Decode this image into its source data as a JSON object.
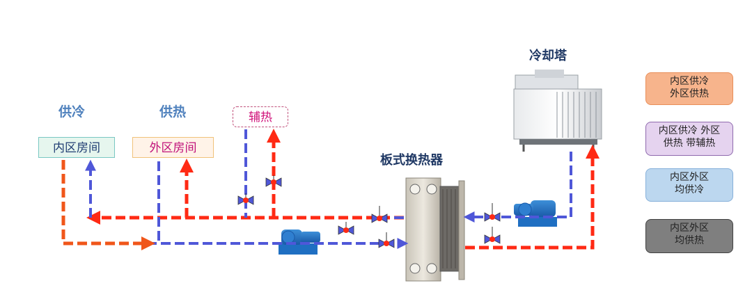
{
  "labels": {
    "cooling_tower": "冷却塔",
    "supply_cold": "供冷",
    "supply_heat": "供热",
    "aux_heat": "辅热",
    "inner_room": "内区房间",
    "outer_room": "外区房间",
    "plate_hx": "板式换热器"
  },
  "legend": [
    {
      "line1": "内区供冷",
      "line2": "外区供热",
      "bg": "#f7b48c",
      "border": "#e98e58"
    },
    {
      "line1": "内区供冷 外区",
      "line2": "供热 带辅热",
      "bg": "#e5d3ef",
      "border": "#8e69ad"
    },
    {
      "line1": "内区外区",
      "line2": "均供冷",
      "bg": "#bcd7ef",
      "border": "#86b0da"
    },
    {
      "line1": "内区外区",
      "line2": "均供热",
      "bg": "#7f7f7f",
      "border": "#404040"
    }
  ],
  "colors": {
    "hot": "#ff2a14",
    "cold": "#4f57d8",
    "orange": "#f0561a",
    "title_blue": "#4f81bd",
    "title_dark": "#1f3864"
  }
}
